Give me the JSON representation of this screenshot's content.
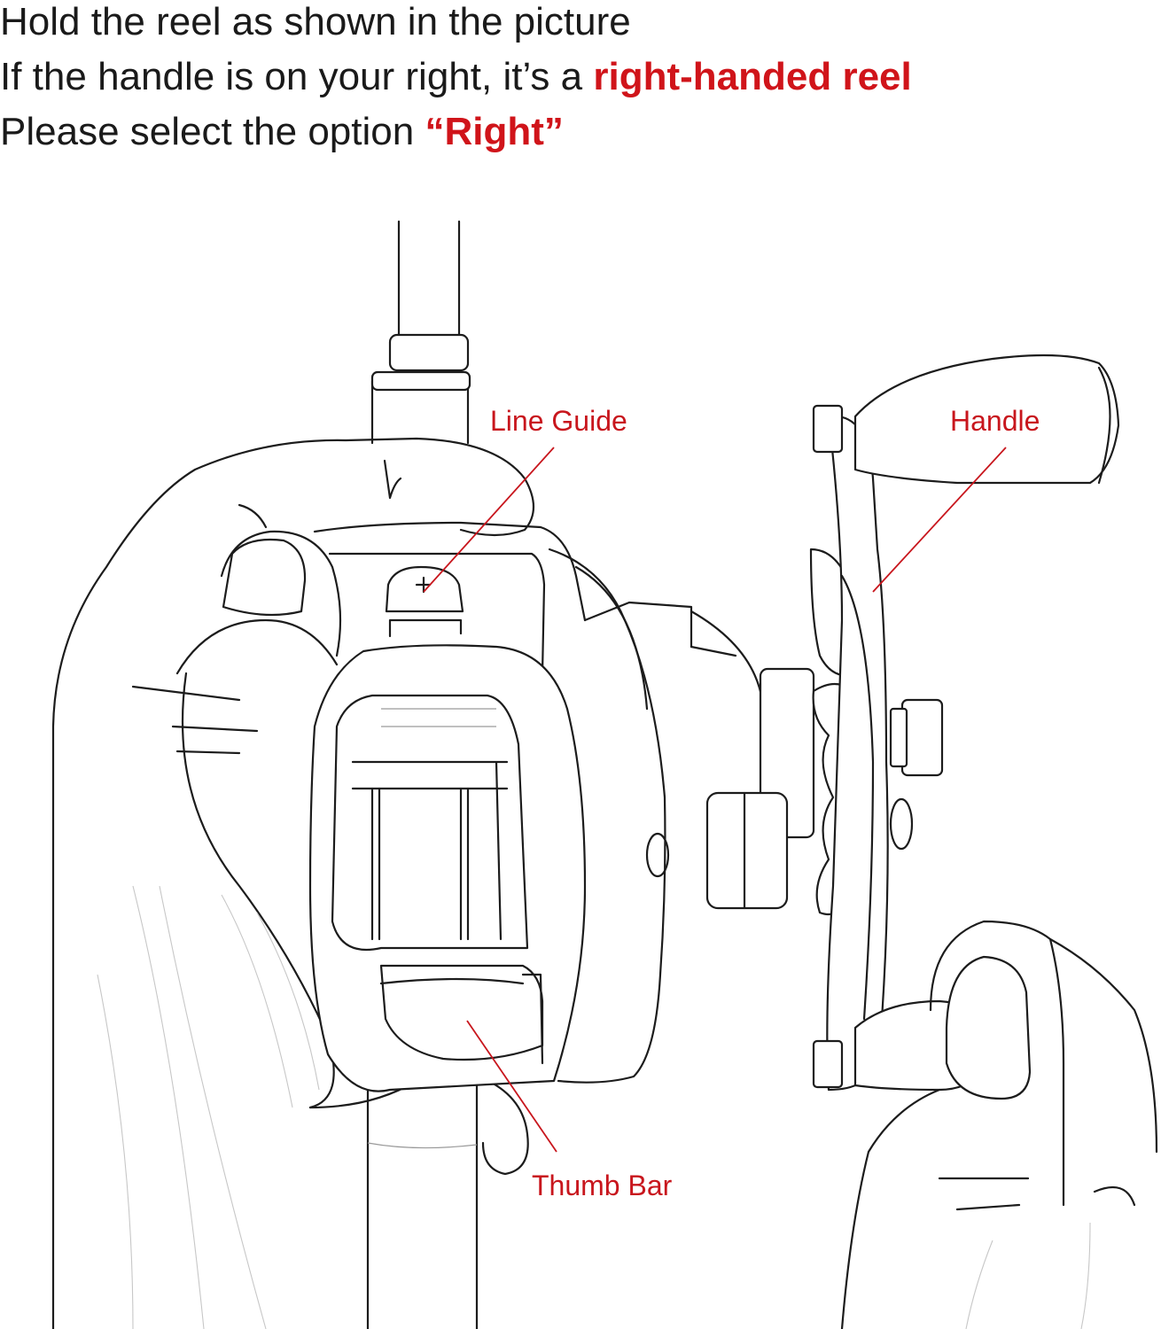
{
  "instructions": {
    "line1": "Hold the reel as shown in the picture",
    "line2_prefix": "If the handle is on your right, it’s a ",
    "line2_accent": "right-handed reel",
    "line3_prefix": "Please select the option ",
    "line3_accent": "“Right”"
  },
  "callouts": {
    "line_guide": "Line Guide",
    "handle": "Handle",
    "thumb_bar": "Thumb Bar"
  },
  "colors": {
    "accent": "#d0141a",
    "line": "#1c1c1c",
    "background": "#ffffff"
  }
}
